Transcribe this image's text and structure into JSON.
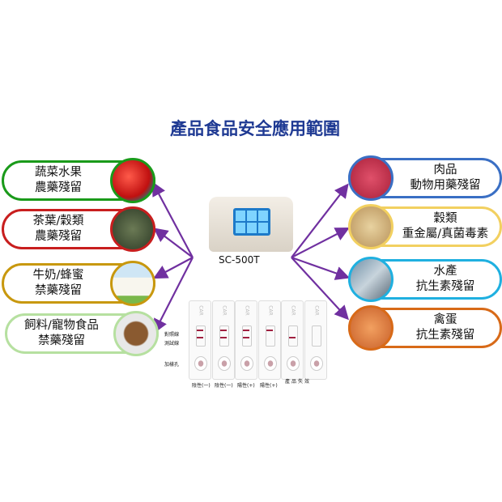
{
  "title": "產品食品安全應用範圍",
  "device": {
    "label": "SC-500T"
  },
  "left_items": [
    {
      "line1": "蔬菜水果",
      "line2": "農藥殘留",
      "color": "#1a9a1a",
      "image": "tomato"
    },
    {
      "line1": "茶葉/穀類",
      "line2": "農藥殘留",
      "color": "#c81e1e",
      "image": "tea-leaves"
    },
    {
      "line1": "牛奶/蜂蜜",
      "line2": "禁藥殘留",
      "color": "#c8980e",
      "image": "milk"
    },
    {
      "line1": "飼料/寵物食品",
      "line2": "禁藥殘留",
      "color": "#b6e0a0",
      "image": "pet-food"
    }
  ],
  "right_items": [
    {
      "line1": "肉品",
      "line2": "動物用藥殘留",
      "color": "#3a6fc4",
      "image": "meat"
    },
    {
      "line1": "穀類",
      "line2": "重金屬/真菌毒素",
      "color": "#f2d060",
      "image": "grain"
    },
    {
      "line1": "水產",
      "line2": "抗生素殘留",
      "color": "#1fb0e0",
      "image": "fish"
    },
    {
      "line1": "禽蛋",
      "line2": "抗生素殘留",
      "color": "#d86a18",
      "image": "eggs"
    }
  ],
  "strips": {
    "brand": "CAR",
    "control_line": "對照線",
    "test_line": "測試線",
    "sample_well": "加樣孔",
    "results": [
      "陰性(一)",
      "陰性(一)",
      "陽性(+)",
      "陽性(+)"
    ],
    "invalid": "產品失效"
  },
  "arrow_color": "#7030a0"
}
